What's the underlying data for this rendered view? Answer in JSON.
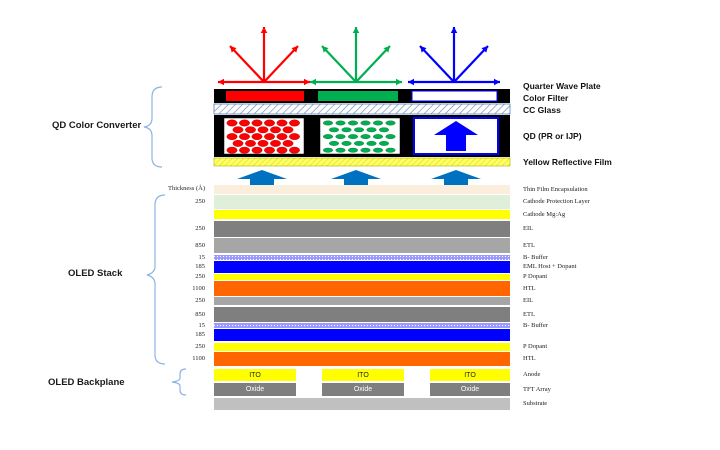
{
  "groups": {
    "qd": "QD Color Converter",
    "oled_stack": "OLED Stack",
    "backplane": "OLED Backplane"
  },
  "qd_labels": [
    "Quarter Wave Plate",
    "Color Filter",
    "CC Glass",
    "QD (PR or IJP)",
    "Yellow Reflective Film"
  ],
  "thickness_header": "Thickness (Å)",
  "layers": [
    {
      "label": "Thin Film Encapsulation",
      "thickness": "",
      "color": "#fbeedd"
    },
    {
      "label": "Cathode Protection Layer",
      "thickness": "250",
      "color": "#dfefd9"
    },
    {
      "label": "Cathode Mg:Ag",
      "thickness": "",
      "color": "#ffff00"
    },
    {
      "label": "EIL",
      "thickness": "250",
      "color": "#7f7f7f"
    },
    {
      "label": "ETL",
      "thickness": "850",
      "color": "#a6a6a6"
    },
    {
      "label": "B- Buffer",
      "thickness": "15",
      "color": "#9999ff"
    },
    {
      "label": "EML Host + Dopant",
      "thickness": "185",
      "color": "#0000ff"
    },
    {
      "label": "P Dopant",
      "thickness": "250",
      "color": "#ffff00"
    },
    {
      "label": "HTL",
      "thickness": "1100",
      "color": "#ff6600"
    },
    {
      "label": "EIL",
      "thickness": "250",
      "color": "#a6a6a6"
    },
    {
      "label": "ETL",
      "thickness": "850",
      "color": "#7f7f7f"
    },
    {
      "label": "B- Buffer",
      "thickness": "15",
      "color": "#9999ff"
    },
    {
      "label": "",
      "thickness": "185",
      "color": "#0000ff"
    },
    {
      "label": "P Dopant",
      "thickness": "250",
      "color": "#ffff00"
    },
    {
      "label": "HTL",
      "thickness": "1100",
      "color": "#ff6600"
    }
  ],
  "backplane_rows": [
    {
      "label": "Anode",
      "cell_text": "ITO",
      "color": "#ffff00"
    },
    {
      "label": "TFT Array",
      "cell_text": "Oxide",
      "color": "#7f7f7f"
    },
    {
      "label": "Substrate",
      "cell_text": "",
      "color": "#c0c0c0"
    }
  ],
  "colors": {
    "red": "#ff0000",
    "green": "#00b050",
    "blue": "#0000ff",
    "yellow": "#ffff00",
    "brace": "#8db3e2",
    "arrow_up": "#0070c0"
  }
}
